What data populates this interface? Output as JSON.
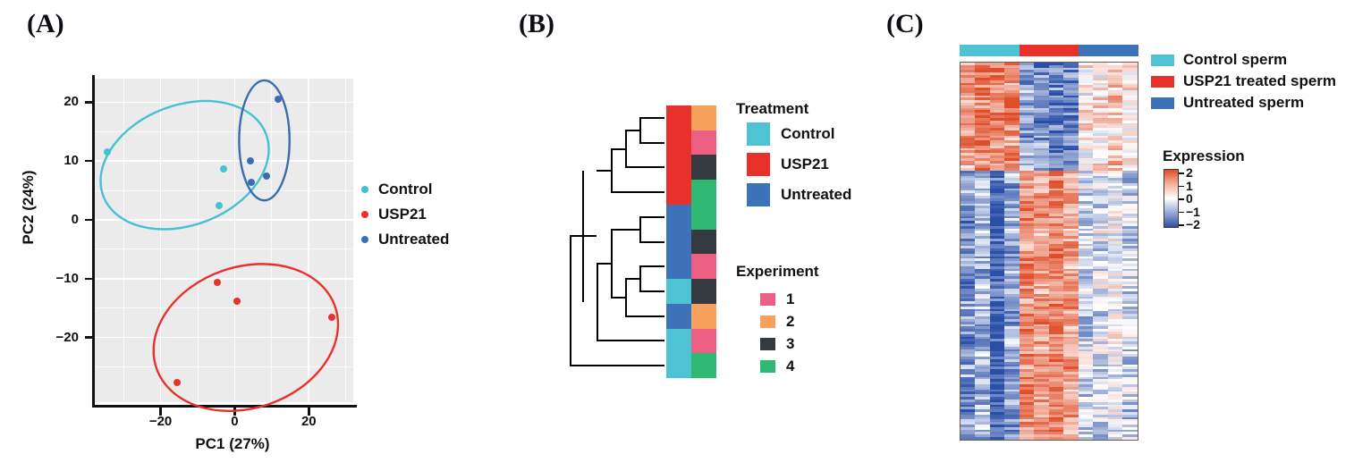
{
  "figure": {
    "panel_a_label": "(A)",
    "panel_b_label": "(B)",
    "panel_c_label": "(C)"
  },
  "colors": {
    "control_cyan": "#4ec3d4",
    "usp21_red": "#e8312a",
    "untreated_blue": "#3b72b8",
    "pca_control": "#45c1d1",
    "pca_usp21": "#e8312a",
    "pca_untreated": "#3b6cb0",
    "ellipse_control": "#4ec3d4",
    "ellipse_usp21": "#d8322f",
    "ellipse_untreated": "#3a5ca8",
    "experiment_1": "#ec5f82",
    "experiment_2": "#f6a15c",
    "experiment_3": "#343a40",
    "experiment_4": "#2eb872",
    "plot_background": "#ebebeb",
    "gridline": "#ffffff",
    "axis": "#111111",
    "heat_high": "#e04d28",
    "heat_mid": "#ffffff",
    "heat_low": "#2a4fa8"
  },
  "chart_data": [
    {
      "type": "scatter",
      "panel": "A",
      "title": "",
      "xlabel": "PC1 (27%)",
      "ylabel": "PC2 (24%)",
      "xlim": [
        -38,
        32
      ],
      "ylim": [
        -31,
        24
      ],
      "xticks": [
        -20,
        0,
        20
      ],
      "yticks": [
        20,
        10,
        0,
        -10,
        -20
      ],
      "grid": true,
      "legend_position": "right",
      "series": [
        {
          "name": "Control",
          "color": "#45c1d1",
          "points": [
            {
              "x": -34.5,
              "y": 11.6
            },
            {
              "x": -2.9,
              "y": 8.6
            },
            {
              "x": -4.3,
              "y": 2.4
            }
          ],
          "ellipse": {
            "cx": -13.5,
            "cy": 9.3,
            "rx": 23.5,
            "ry": 10.2,
            "rotation": -21
          }
        },
        {
          "name": "USP21",
          "color": "#e8312a",
          "points": [
            {
              "x": -4.6,
              "y": -10.7
            },
            {
              "x": 0.6,
              "y": -13.9
            },
            {
              "x": 26.2,
              "y": -16.6
            },
            {
              "x": -15.6,
              "y": -27.7
            }
          ],
          "ellipse": {
            "cx": 3.0,
            "cy": -20.0,
            "rx": 25.5,
            "ry": 12.0,
            "rotation": -19
          }
        },
        {
          "name": "Untreated",
          "color": "#3b6cb0",
          "points": [
            {
              "x": 11.8,
              "y": 20.5
            },
            {
              "x": 4.3,
              "y": 10.0
            },
            {
              "x": 8.6,
              "y": 7.5
            },
            {
              "x": 4.5,
              "y": 6.4
            }
          ],
          "ellipse": {
            "cx": 8.0,
            "cy": 13.5,
            "rx": 6.8,
            "ry": 10.2,
            "rotation": 0
          }
        }
      ],
      "legend": [
        {
          "label": "Control",
          "color": "#45c1d1"
        },
        {
          "label": "USP21",
          "color": "#e8312a"
        },
        {
          "label": "Untreated",
          "color": "#3b6cb0"
        }
      ]
    },
    {
      "type": "heatmap",
      "panel": "B",
      "description": "Hierarchical clustering dendrogram with Treatment and Experiment annotation columns",
      "rows": [
        {
          "treatment": "USP21",
          "experiment": "2"
        },
        {
          "treatment": "USP21",
          "experiment": "1"
        },
        {
          "treatment": "USP21",
          "experiment": "3"
        },
        {
          "treatment": "USP21",
          "experiment": "4"
        },
        {
          "treatment": "Untreated",
          "experiment": "4"
        },
        {
          "treatment": "Untreated",
          "experiment": "3"
        },
        {
          "treatment": "Untreated",
          "experiment": "1"
        },
        {
          "treatment": "Control",
          "experiment": "3"
        },
        {
          "treatment": "Untreated",
          "experiment": "2"
        },
        {
          "treatment": "Control",
          "experiment": "1"
        },
        {
          "treatment": "Control",
          "experiment": "4"
        }
      ],
      "legends": [
        {
          "title": "Treatment",
          "items": [
            {
              "label": "Control",
              "color": "#4ec3d4"
            },
            {
              "label": "USP21",
              "color": "#e8312a"
            },
            {
              "label": "Untreated",
              "color": "#3b72b8"
            }
          ]
        },
        {
          "title": "Experiment",
          "items": [
            {
              "label": "1",
              "color": "#ec5f82"
            },
            {
              "label": "2",
              "color": "#f6a15c"
            },
            {
              "label": "3",
              "color": "#343a40"
            },
            {
              "label": "4",
              "color": "#2eb872"
            }
          ]
        }
      ]
    },
    {
      "type": "heatmap",
      "panel": "C",
      "description": "Expression heatmap of sperm samples across three treatment groups",
      "column_groups": [
        {
          "label": "Control sperm",
          "color": "#4ec3d4",
          "n_columns": 4
        },
        {
          "label": "USP21 treated sperm",
          "color": "#e8312a",
          "n_columns": 4
        },
        {
          "label": "Untreated sperm",
          "color": "#3b72b8",
          "n_columns": 4
        }
      ],
      "legend": [
        {
          "label": "Control sperm",
          "color": "#4ec3d4"
        },
        {
          "label": "USP21 treated sperm",
          "color": "#e8312a"
        },
        {
          "label": "Untreated sperm",
          "color": "#3b72b8"
        }
      ],
      "colorbar": {
        "title": "Expression",
        "ticks": [
          "2",
          "1",
          "0",
          "-1",
          "-2"
        ],
        "vmin": -2,
        "vmax": 2,
        "low_color": "#2a4fa8",
        "mid_color": "#ffffff",
        "high_color": "#e04d28"
      }
    }
  ]
}
